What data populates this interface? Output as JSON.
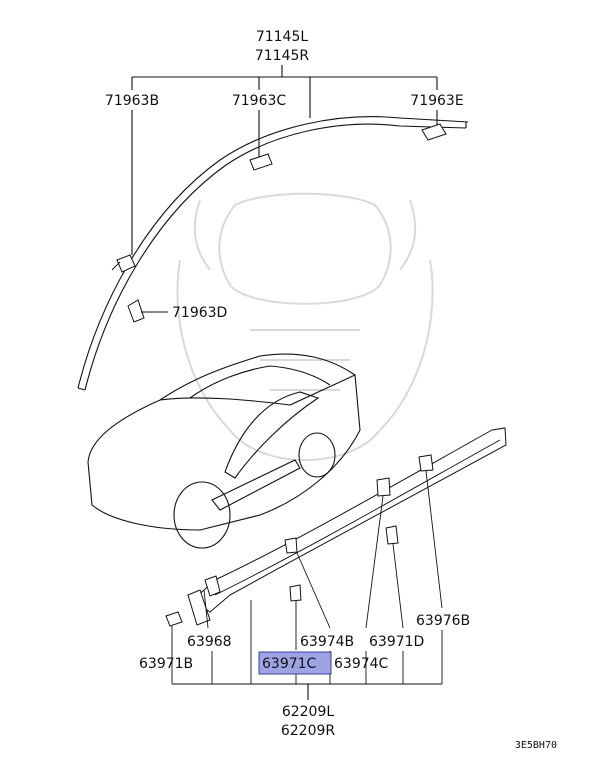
{
  "labels": {
    "p71145L": "71145L",
    "p71145R": "71145R",
    "p71963B": "71963B",
    "p71963C": "71963C",
    "p71963E": "71963E",
    "p71963D": "71963D",
    "p63976B": "63976B",
    "p63968": "63968",
    "p63974B": "63974B",
    "p63971D": "63971D",
    "p63971B": "63971B",
    "p63971C": "63971C",
    "p63974C": "63974C",
    "p62209L": "62209L",
    "p62209R": "62209R",
    "code": "3E5BH70"
  },
  "colors": {
    "highlight": "#9ea3e6",
    "line": "#111111",
    "watermark": "#d9d9d9"
  }
}
